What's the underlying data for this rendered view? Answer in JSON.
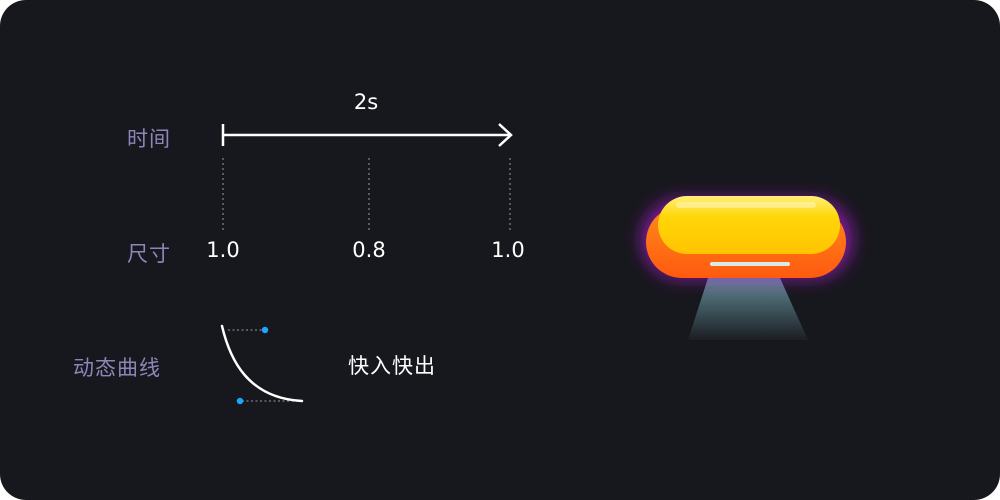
{
  "timeline": {
    "time_label": "时间",
    "duration": "2s"
  },
  "size": {
    "label": "尺寸",
    "keyframes": [
      "1.0",
      "0.8",
      "1.0"
    ]
  },
  "curve": {
    "label": "动态曲线",
    "name": "快入快出"
  },
  "colors": {
    "background": "#17181d",
    "label": "#8a87b8",
    "text": "#ffffff",
    "control_point": "#1aa7ff",
    "button_yellow": "#ffd20a",
    "button_orange": "#ff6a12",
    "glow": "#b01fd6"
  }
}
